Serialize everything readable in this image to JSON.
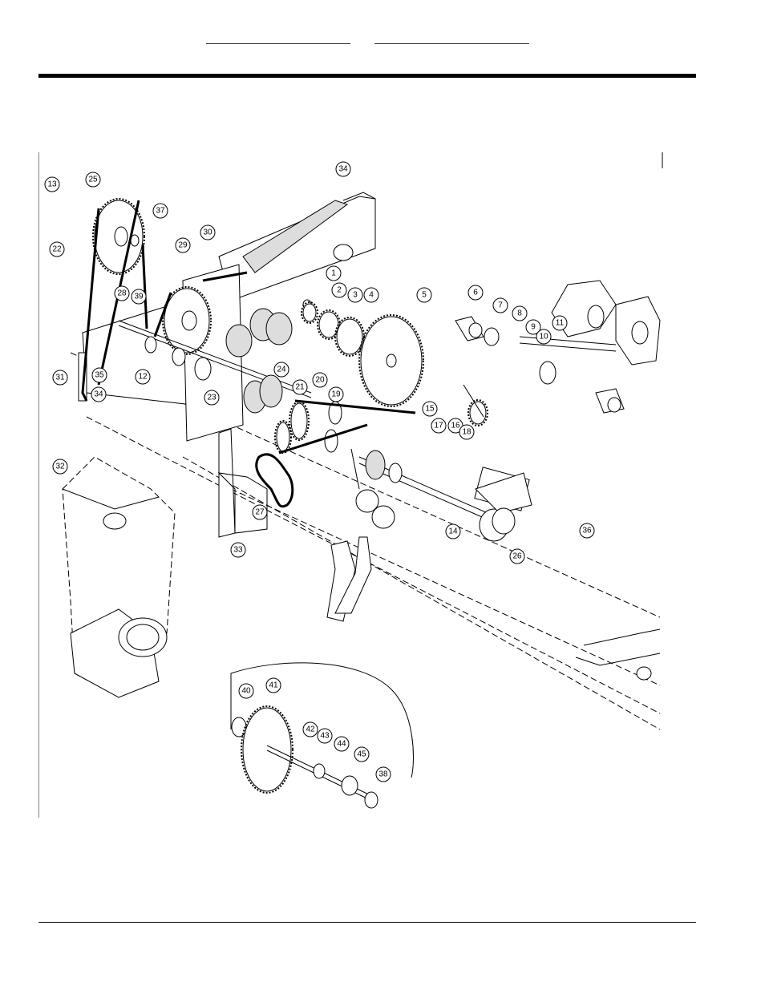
{
  "header": {
    "link_left": "",
    "link_right": ""
  },
  "diagram": {
    "callouts": [
      "13",
      "25",
      "37",
      "22",
      "29",
      "30",
      "34",
      "1",
      "2",
      "3",
      "4",
      "5",
      "6",
      "7",
      "8",
      "9",
      "10",
      "11",
      "28",
      "39",
      "12",
      "35",
      "34",
      "31",
      "32",
      "23",
      "24",
      "21",
      "20",
      "19",
      "15",
      "17",
      "16",
      "18",
      "14",
      "26",
      "27",
      "33",
      "36",
      "40",
      "41",
      "42",
      "43",
      "44",
      "45",
      "38"
    ]
  }
}
